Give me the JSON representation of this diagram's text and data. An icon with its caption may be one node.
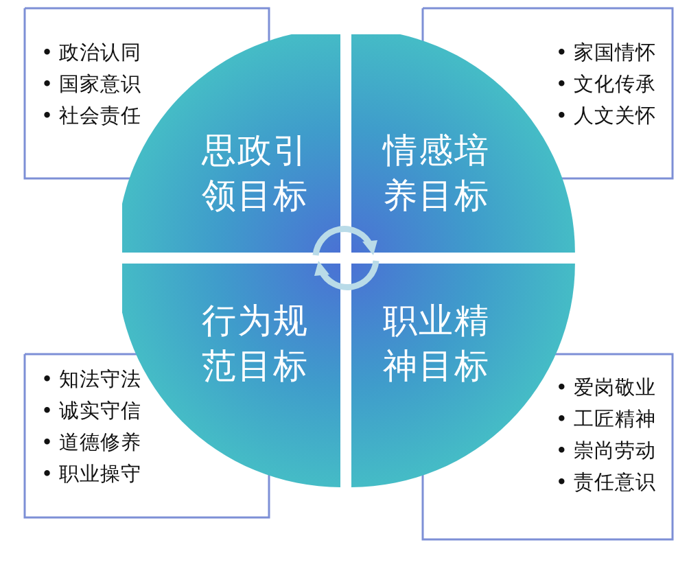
{
  "diagram": {
    "nodes": [
      {
        "text": [
          "思政引领目标"
        ]
      },
      {
        "text": [
          "情感培养目标"
        ]
      },
      {
        "text": [
          "行为规范目标"
        ]
      },
      {
        "text": [
          "职业精神目标"
        ]
      },
      {
        "text": [
          "• 政治认同",
          "• 国家意识",
          "• 社会责任"
        ]
      },
      {
        "text": [
          "• 家国情怀",
          "• 文化传承",
          "• 人文关怀"
        ]
      },
      {
        "text": [
          "• 知法守法",
          "• 诚实守信",
          "• 道德修养",
          "• 职业操守"
        ]
      },
      {
        "text": [
          "• 爱岗敬业",
          "• 工匠精神",
          "• 崇尚劳动",
          "• 责任意识"
        ]
      },
      {
        "text": [],
        "shape": "picture"
      }
    ]
  }
}
